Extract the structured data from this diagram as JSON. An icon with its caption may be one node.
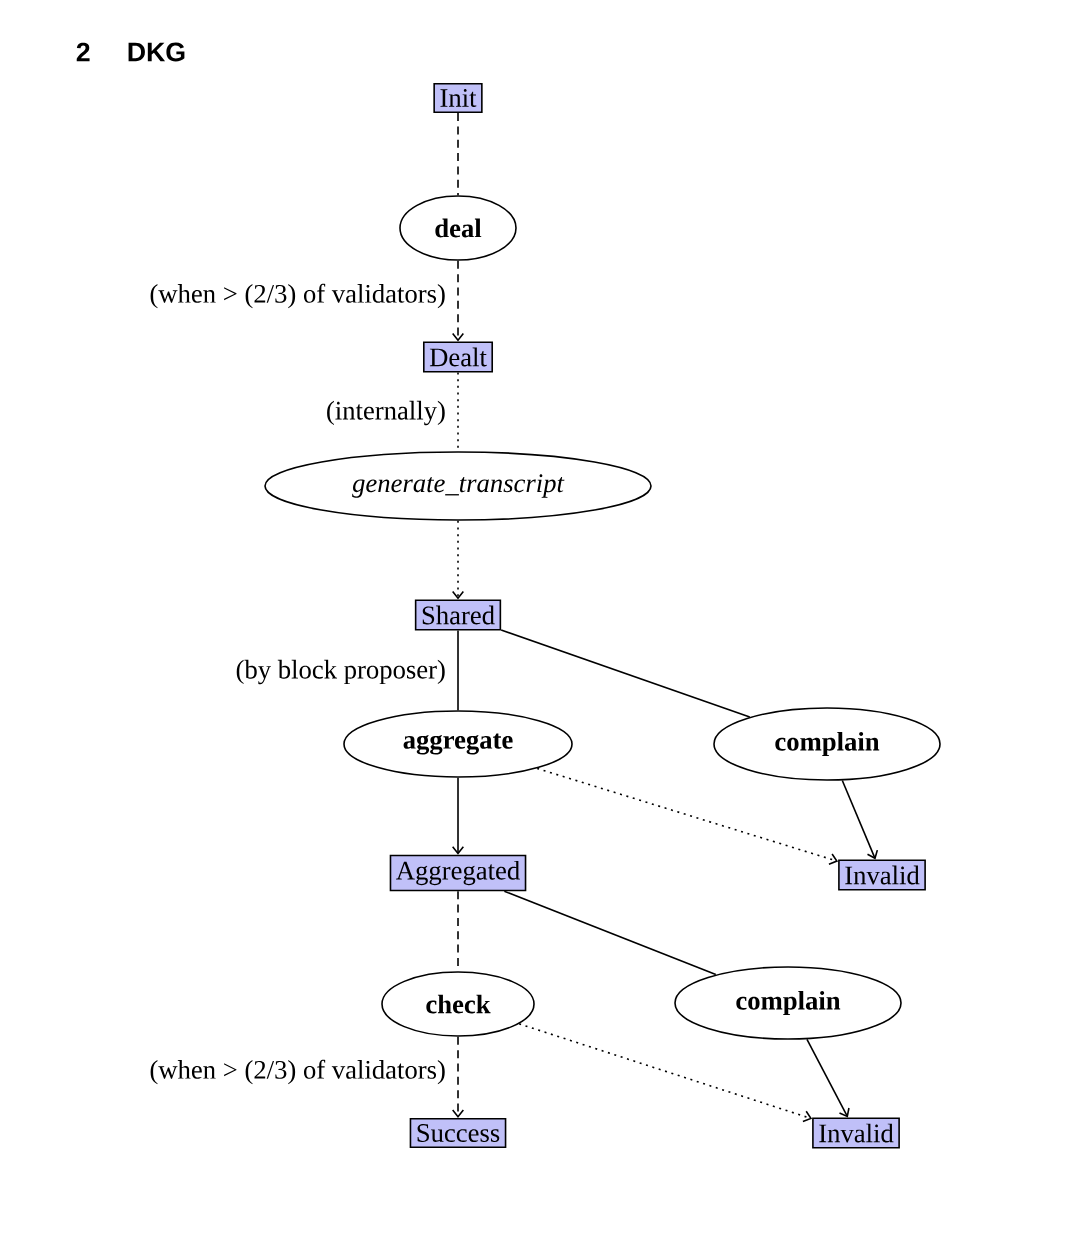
{
  "diagram": {
    "title": "DKG",
    "nodes": [
      {
        "text": [
          "Init"
        ]
      },
      {
        "text": [
          "deal"
        ]
      },
      {
        "text": [
          "Dealt"
        ]
      },
      {
        "text": [
          "generate_transcript"
        ]
      },
      {
        "text": [
          "Shared"
        ]
      },
      {
        "text": [
          "aggregate"
        ]
      },
      {
        "text": [
          "complain"
        ]
      },
      {
        "text": [
          "Aggregated"
        ]
      },
      {
        "text": [
          "Invalid"
        ]
      },
      {
        "text": [
          "check"
        ]
      },
      {
        "text": [
          "complain"
        ]
      },
      {
        "text": [
          "Success"
        ]
      },
      {
        "text": [
          "Invalid"
        ]
      }
    ],
    "edges": [
      {
        "from": 0,
        "to": 1,
        "arrow": "none",
        "style": "dashed"
      },
      {
        "from": 1,
        "to": 2,
        "arrow": "to",
        "style": "dashed",
        "label": "(when > (2/3) of validators)"
      },
      {
        "from": 2,
        "to": 3,
        "arrow": "none",
        "style": "dashed",
        "label": "(internally)"
      },
      {
        "from": 3,
        "to": 4,
        "arrow": "to",
        "style": "dashed"
      },
      {
        "from": 4,
        "to": 5,
        "arrow": "none",
        "label": "(by block proposer)"
      },
      {
        "from": 4,
        "to": 6,
        "arrow": "none"
      },
      {
        "from": 5,
        "to": 7,
        "arrow": "to"
      },
      {
        "from": 5,
        "to": 8,
        "arrow": "to",
        "style": "dashed"
      },
      {
        "from": 6,
        "to": 8,
        "arrow": "to"
      },
      {
        "from": 7,
        "to": 9,
        "arrow": "none",
        "style": "dashed"
      },
      {
        "from": 7,
        "to": 10,
        "arrow": "none"
      },
      {
        "from": 9,
        "to": 11,
        "arrow": "to",
        "style": "dashed",
        "label": "(when > (2/3) of validators)"
      },
      {
        "from": 9,
        "to": 12,
        "arrow": "to",
        "style": "dashed"
      },
      {
        "from": 10,
        "to": 12,
        "arrow": "to"
      }
    ],
    "labels": [
      "2"
    ]
  }
}
